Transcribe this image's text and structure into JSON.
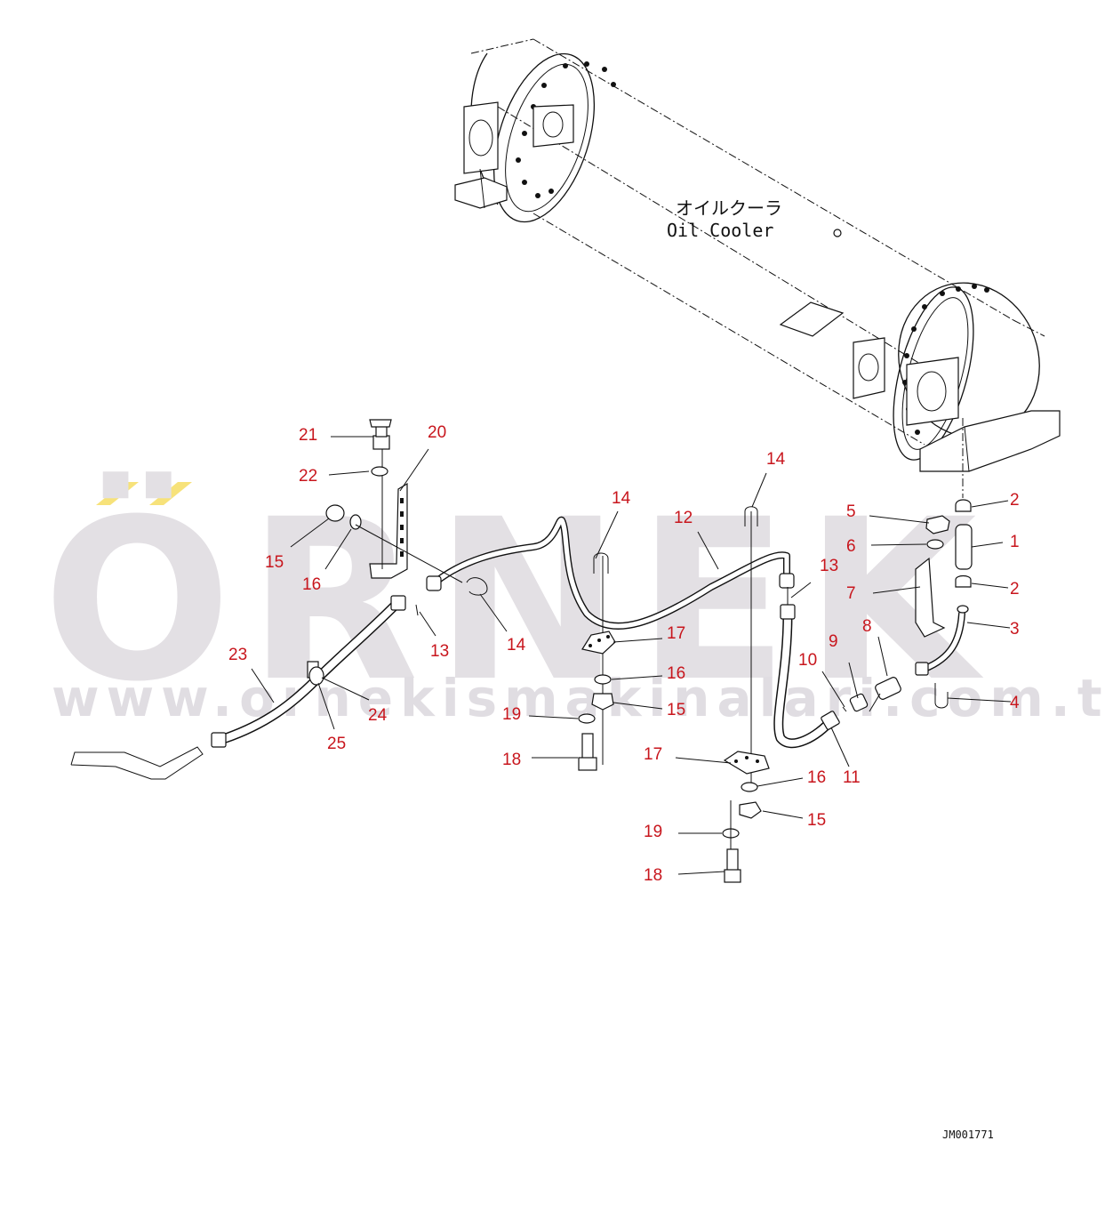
{
  "watermark": {
    "big_text": "ÖRNEK",
    "url_text": "www.ornekismakinalari.com.tr",
    "color_big": "#e3e0e4",
    "color_accent": "#f7e27a"
  },
  "cooler": {
    "label_jp": "オイルクーラ",
    "label_en": "Oil Cooler"
  },
  "drawing_code": "JM001771",
  "callouts": {
    "c1": "1",
    "c2a": "2",
    "c2b": "2",
    "c3": "3",
    "c4": "4",
    "c5": "5",
    "c6": "6",
    "c7": "7",
    "c8": "8",
    "c9": "9",
    "c10": "10",
    "c11": "11",
    "c12": "12",
    "c13a": "13",
    "c13b": "13",
    "c14a": "14",
    "c14b": "14",
    "c14c": "14",
    "c15a": "15",
    "c15b": "15",
    "c15c": "15",
    "c16a": "16",
    "c16b": "16",
    "c16c": "16",
    "c17a": "17",
    "c17b": "17",
    "c18a": "18",
    "c18b": "18",
    "c19a": "19",
    "c19b": "19",
    "c20": "20",
    "c21": "21",
    "c22": "22",
    "c23": "23",
    "c24": "24",
    "c25": "25"
  },
  "colors": {
    "callout": "#c8161d",
    "line": "#111111"
  }
}
